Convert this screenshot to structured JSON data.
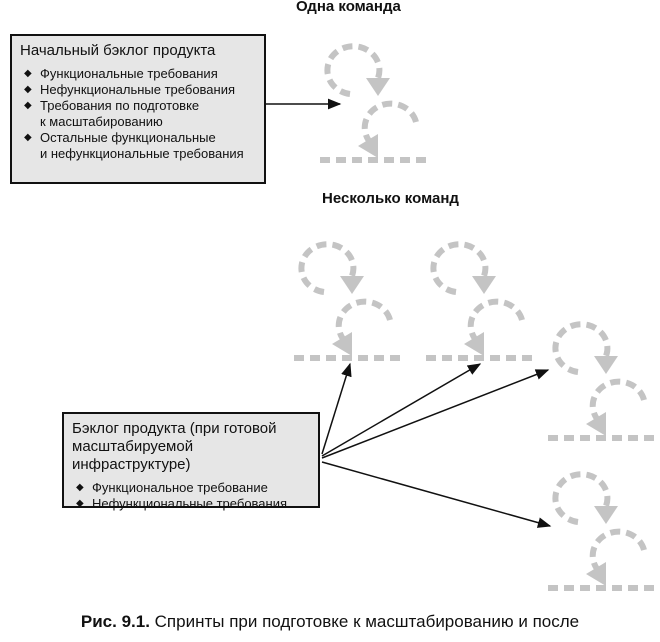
{
  "single_team": {
    "heading": "Одна команда",
    "backlog_title": "Начальный бэклог продукта",
    "items": [
      {
        "lines": [
          "Функциональные требования"
        ]
      },
      {
        "lines": [
          "Нефункциональные требования"
        ]
      },
      {
        "lines": [
          "Требования по подготовке",
          "к масштабированию"
        ]
      },
      {
        "lines": [
          "Остальные функциональные",
          "и нефункциональные требования"
        ]
      }
    ]
  },
  "multi_team": {
    "heading": "Несколько команд",
    "backlog_title_lines": [
      "Бэклог продукта (при готовой",
      "масштабируемой инфраструктуре)"
    ],
    "items": [
      "Функциональное требование",
      "Нефункциональные требования"
    ]
  },
  "caption": {
    "label": "Рис. 9.1.",
    "text": "Спринты при подготовке к масштабированию и после"
  },
  "colors": {
    "box_fill": "#e6e6e6",
    "sprint_gray": "#c4c4c4",
    "arrow": "#111111"
  }
}
